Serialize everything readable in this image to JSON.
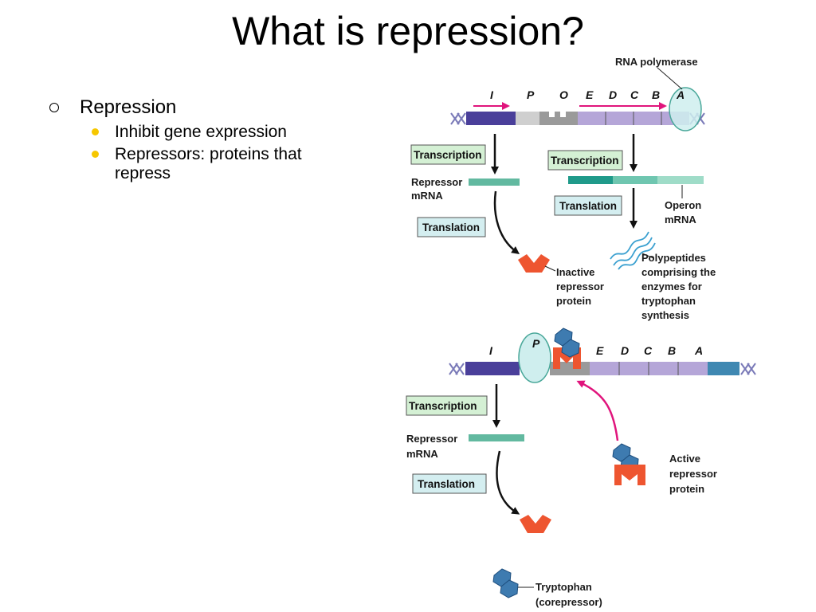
{
  "slide": {
    "title": "What is repression?",
    "bullets": [
      {
        "text": "Repression",
        "sub": [
          "Inhibit gene expression",
          "Repressors: proteins that repress"
        ]
      }
    ]
  },
  "diagram": {
    "top": {
      "rna_polymerase": "RNA polymerase",
      "genes": [
        "I",
        "P",
        "O",
        "E",
        "D",
        "C",
        "B",
        "A"
      ],
      "transcription_left": "Transcription",
      "transcription_right": "Transcription",
      "repressor_mrna_1": "Repressor",
      "repressor_mrna_2": "mRNA",
      "translation_left": "Translation",
      "translation_right": "Translation",
      "operon_mrna_1": "Operon",
      "operon_mrna_2": "mRNA",
      "inactive_1": "Inactive",
      "inactive_2": "repressor",
      "inactive_3": "protein",
      "poly_1": "Polypeptides",
      "poly_2": "comprising the",
      "poly_3": "enzymes for",
      "poly_4": "tryptophan",
      "poly_5": "synthesis"
    },
    "bottom": {
      "genes": [
        "I",
        "P",
        "E",
        "D",
        "C",
        "B",
        "A"
      ],
      "transcription": "Transcription",
      "repressor_mrna_1": "Repressor",
      "repressor_mrna_2": "mRNA",
      "translation": "Translation",
      "active_1": "Active",
      "active_2": "repressor",
      "active_3": "protein",
      "tryptophan_1": "Tryptophan",
      "tryptophan_2": "(corepressor)"
    },
    "colors": {
      "gene_I": "#4a3f9a",
      "operon_genes": "#b5a6d8",
      "promoter": "#cfcfcf",
      "operator": "#9a9a9a",
      "dna_helix": "#7a7ab8",
      "polymerase": "#cfeeee",
      "mrna_repressor": "#62b9a0",
      "mrna_operon_dark": "#1f9a8a",
      "mrna_operon_light": "#9fdcc8",
      "box_green": "#d4f0d4",
      "box_cyan": "#d4eef0",
      "repressor": "#ee5530",
      "tryptophan": "#3e7bb0",
      "arrow_pink": "#e0147c",
      "end_segment": "#3f88b2"
    }
  }
}
